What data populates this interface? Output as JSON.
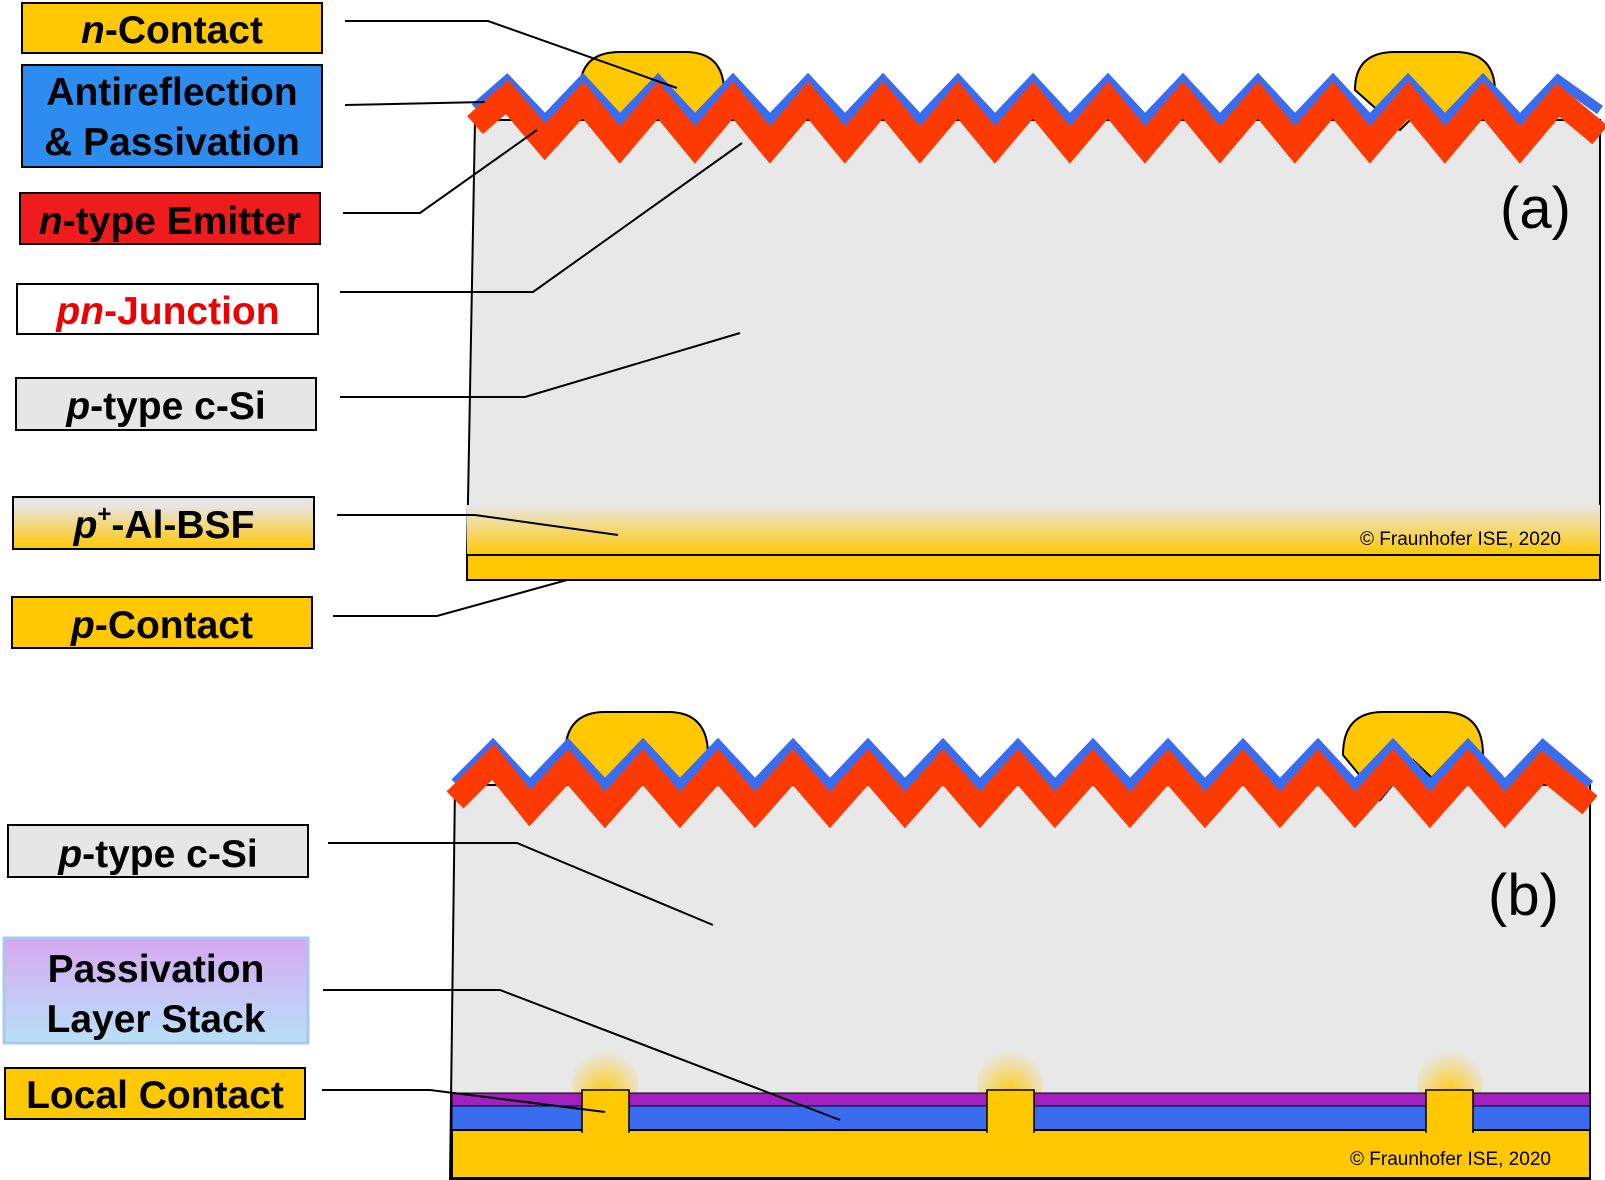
{
  "diagram": {
    "panel_a": {
      "tag": "(a)",
      "copyright": "© Fraunhofer ISE, 2020",
      "labels": {
        "n_contact": {
          "italic": "n",
          "rest": "-Contact"
        },
        "antireflection_line1": "Antireflection",
        "antireflection_line2": "& Passivation",
        "n_emitter": {
          "italic": "n",
          "rest": "-type Emitter"
        },
        "pn_junction": {
          "italic": "pn",
          "rest": "-Junction"
        },
        "p_type_si": {
          "italic": "p",
          "rest": "-type c-Si"
        },
        "al_bsf": {
          "italic": "p",
          "sup": "+",
          "rest": "-Al-BSF"
        },
        "p_contact": {
          "italic": "p",
          "rest": "-Contact"
        }
      }
    },
    "panel_b": {
      "tag": "(b)",
      "copyright": "© Fraunhofer ISE, 2020",
      "labels": {
        "p_type_si": {
          "italic": "p",
          "rest": "-type c-Si"
        },
        "passivation_line1": "Passivation",
        "passivation_line2": "Layer Stack",
        "local_contact": "Local Contact"
      }
    }
  },
  "colors": {
    "contact_gold": "#FFC800",
    "antireflection_blue": "#3A6CF0",
    "antireflection_label_blue": "#2D8CF0",
    "emitter_red": "#FF3A00",
    "emitter_label_red": "#EE1C1C",
    "silicon_gray": "#E8E8E8",
    "junction_red_text": "#EE0000",
    "passivation_purple": "#A020C0",
    "passivation_blue": "#3A6CF0",
    "passivation_label_top": "#D8A8F0",
    "passivation_label_bottom": "#B8E0F8"
  }
}
